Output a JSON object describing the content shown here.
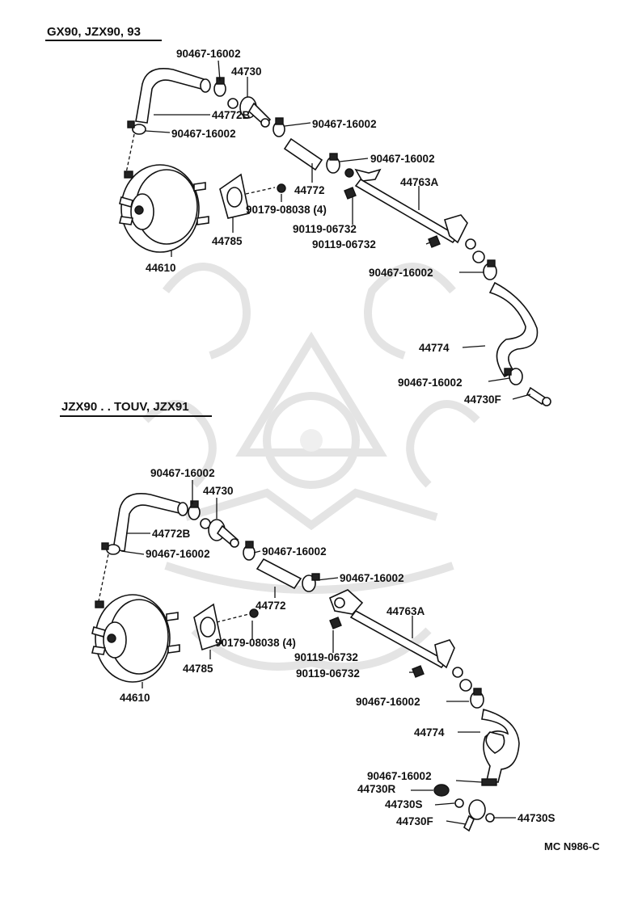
{
  "sections": [
    {
      "title": "GX90, JZX90, 93",
      "labels": {
        "clamp_top": "90467-16002",
        "union": "44730",
        "hose_upper": "44772B",
        "clamp_left": "90467-16002",
        "clamp_mid": "90467-16002",
        "clamp_right": "90467-16002",
        "hose_short": "44772",
        "pipe": "44763A",
        "booster": "44610",
        "gasket": "44785",
        "nut": "90179-08038 (4)",
        "bolt_a": "90119-06732",
        "bolt_b": "90119-06732",
        "clamp_lower": "90467-16002",
        "hose_lower": "44774",
        "clamp_bottom": "90467-16002",
        "union_f": "44730F"
      }
    },
    {
      "title": "JZX90 . . TOUV, JZX91",
      "labels": {
        "clamp_top": "90467-16002",
        "union": "44730",
        "hose_upper": "44772B",
        "clamp_left": "90467-16002",
        "clamp_mid": "90467-16002",
        "clamp_right": "90467-16002",
        "hose_short": "44772",
        "pipe": "44763A",
        "booster": "44610",
        "gasket": "44785",
        "nut": "90179-08038 (4)",
        "bolt_a": "90119-06732",
        "bolt_b": "90119-06732",
        "clamp_lower": "90467-16002",
        "hose_lower": "44774",
        "clamp_bottom": "90467-16002",
        "union_r": "44730R",
        "union_s": "44730S",
        "union_f": "44730F",
        "union_s2": "44730S"
      }
    }
  ],
  "footer": "MC  N986-C"
}
